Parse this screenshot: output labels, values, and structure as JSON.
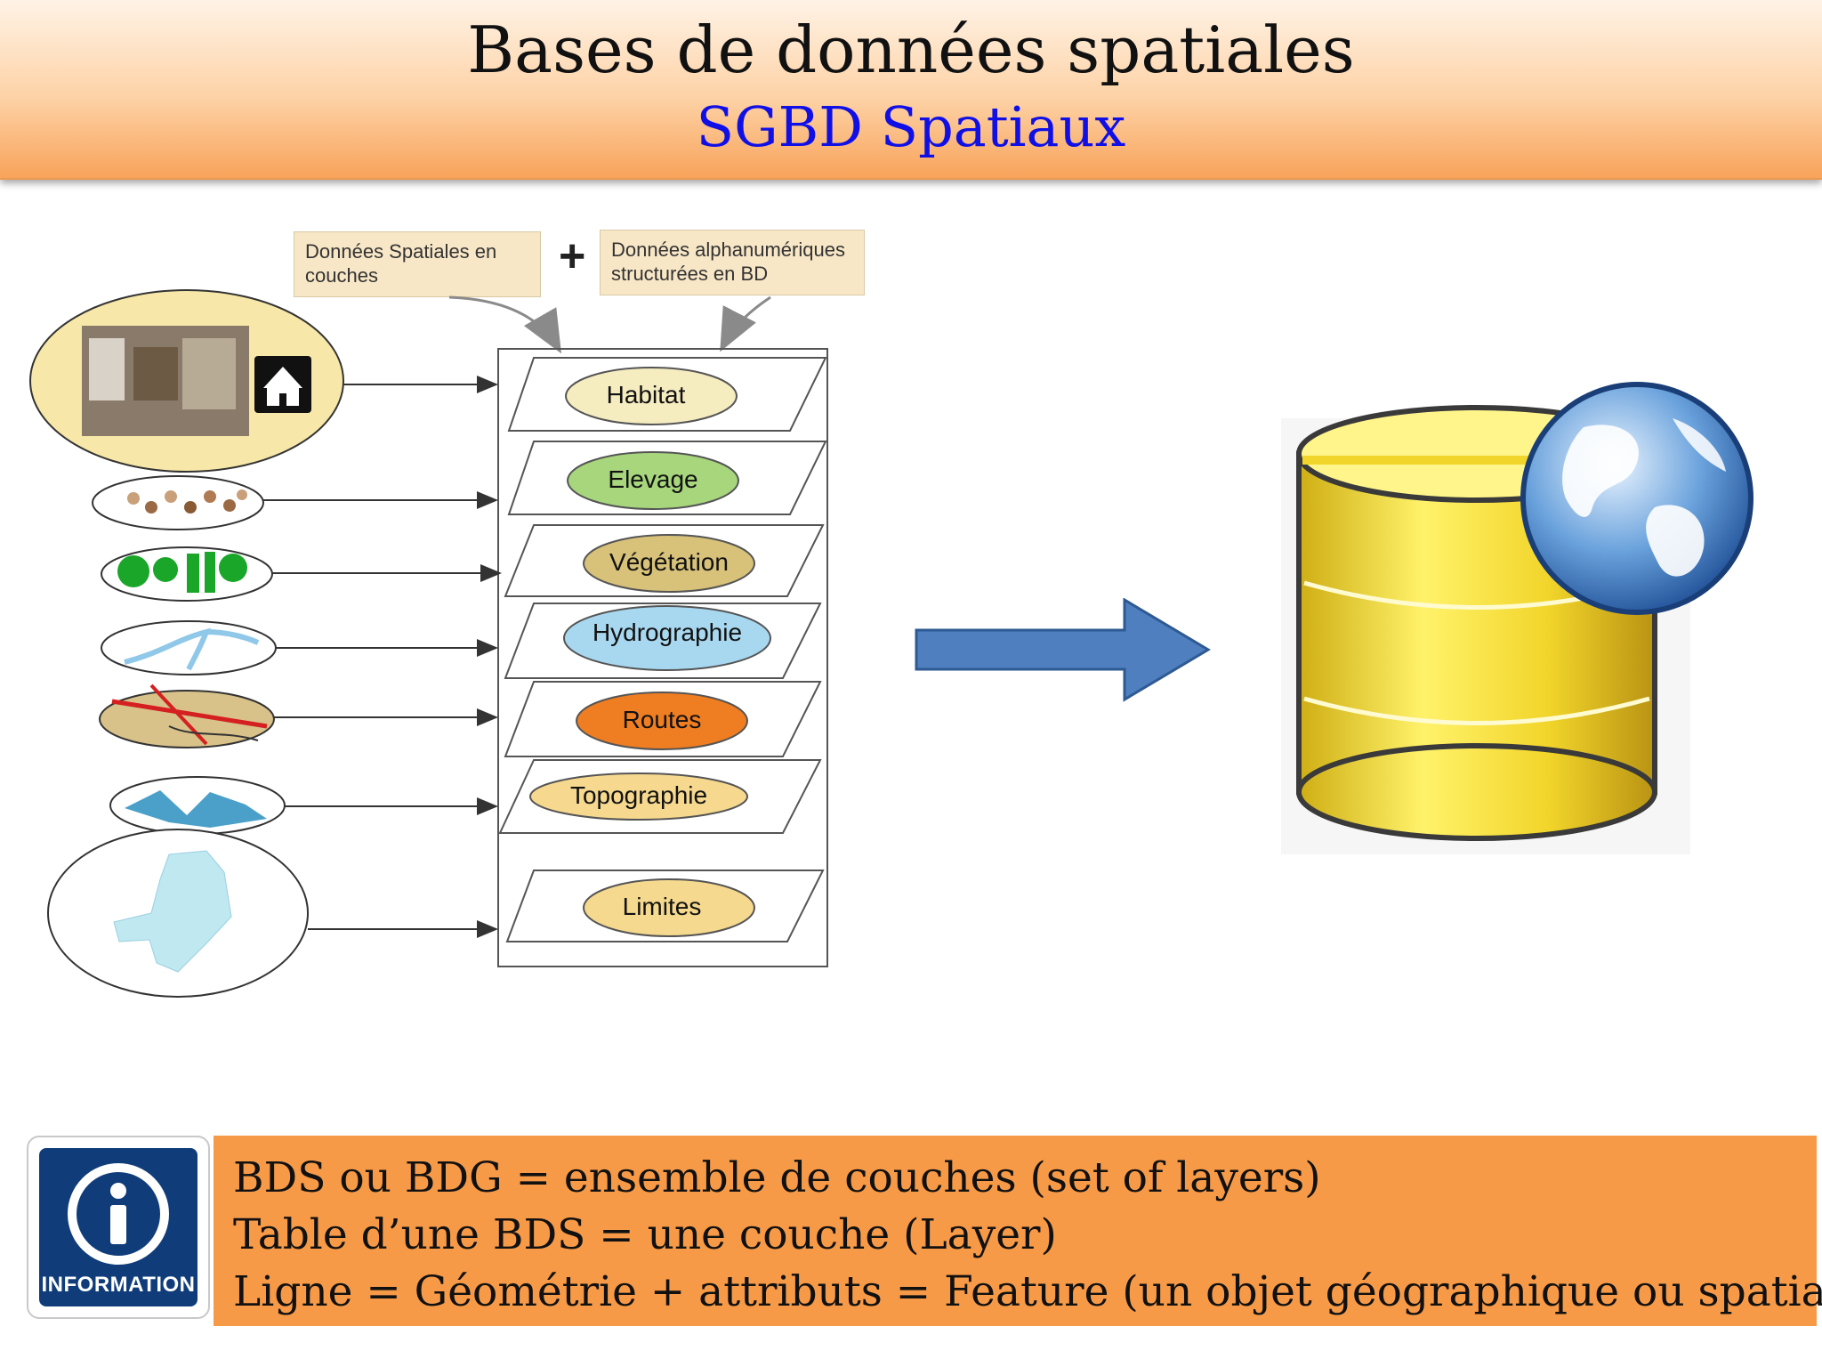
{
  "header": {
    "title": "Bases de données spatiales",
    "subtitle": "SGBD Spatiaux"
  },
  "diagram": {
    "label_spatial": "Données Spatiales en couches",
    "plus": "+",
    "label_alpha": "Données alphanumériques structurées en BD",
    "layers": [
      {
        "label": "Habitat",
        "color": "#f5ecc0"
      },
      {
        "label": "Elevage",
        "color": "#a7d67d"
      },
      {
        "label": "Végétation",
        "color": "#d8c27a"
      },
      {
        "label": "Hydrographie",
        "color": "#a8d8f0"
      },
      {
        "label": "Routes",
        "color": "#ef7d22"
      },
      {
        "label": "Topographie",
        "color": "#f6d98f"
      },
      {
        "label": "Limites",
        "color": "#f5d98e"
      }
    ]
  },
  "info": {
    "icon_label": "INFORMATION",
    "lines": [
      "BDS  ou BDG = ensemble de couches (set of layers)",
      "Table d’une BDS = une couche (Layer)",
      "Ligne = Géométrie + attributs = Feature (un objet géographique ou spatiale)"
    ]
  },
  "colors": {
    "header_accent": "#f8a35a",
    "subtitle": "#1010e6",
    "arrow": "#4f7fbf",
    "info_panel": "#f79a48",
    "info_icon_bg": "#103d7a"
  }
}
